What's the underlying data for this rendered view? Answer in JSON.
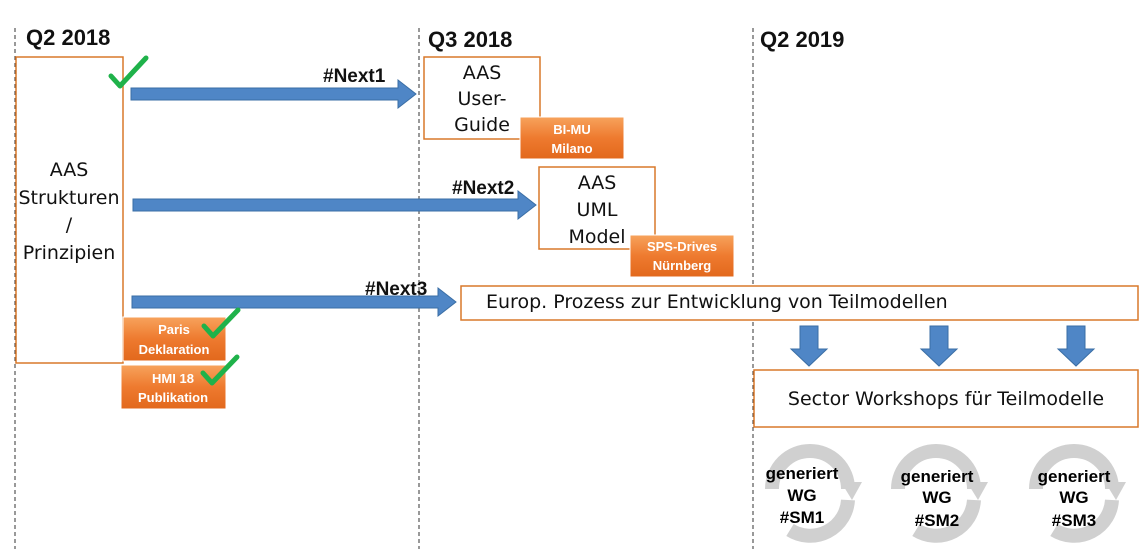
{
  "quarters": [
    "Q2 2018",
    "Q3 2018",
    "Q2 2019"
  ],
  "structures_box": [
    "AAS",
    "Strukturen",
    "/",
    "Prinzipien"
  ],
  "next_labels": [
    "#Next1",
    "#Next2",
    "#Next3"
  ],
  "user_guide_box": [
    "AAS",
    "User-",
    "Guide"
  ],
  "uml_box": [
    "AAS",
    "UML",
    "Model"
  ],
  "tags": {
    "bimu": [
      "BI-MU",
      "Milano"
    ],
    "sps": [
      "SPS-Drives",
      "Nürnberg"
    ],
    "paris": [
      "Paris",
      "Deklaration"
    ],
    "hmi": [
      "HMI 18",
      "Publikation"
    ]
  },
  "process_box": "Europ. Prozess zur Entwicklung  von Teilmodellen",
  "workshop_box": "Sector Workshops  für Teilmodelle",
  "cycles": [
    [
      "generiert",
      "WG",
      "#SM1"
    ],
    [
      "generiert",
      "WG",
      "#SM2"
    ],
    [
      "generiert",
      "WG",
      "#SM3"
    ]
  ],
  "colors": {
    "box_border": "#d9782a",
    "tag_fill": "#ee7a2f",
    "arrow_fill": "#4f86c6",
    "arrow_stroke": "#3a6ea5",
    "check": "#1fb24a",
    "cycle": "#d0d0d0"
  },
  "icons": [
    "check-icon",
    "right-arrow-icon",
    "down-arrow-icon",
    "cycle-icon"
  ]
}
